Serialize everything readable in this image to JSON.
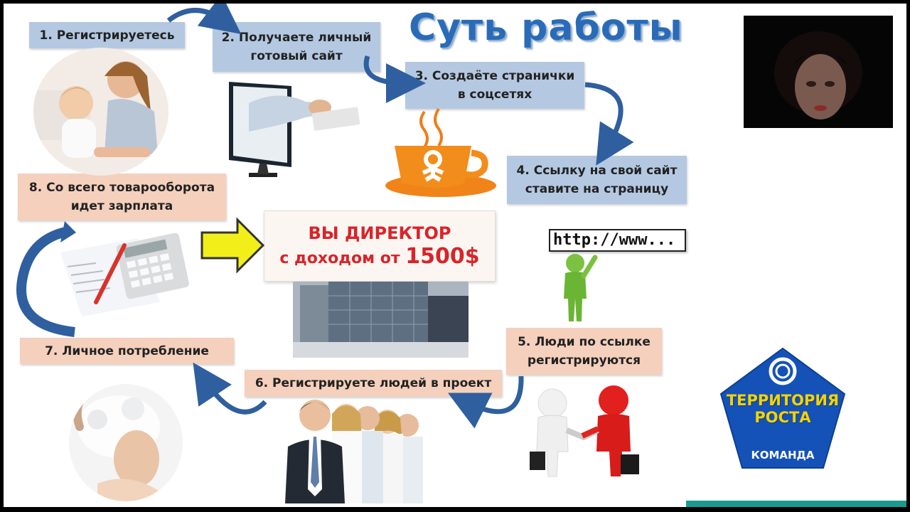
{
  "title": "Суть работы",
  "steps": [
    {
      "number": "1",
      "text": "1. Регистрируетесь"
    },
    {
      "number": "2",
      "text": "2. Получаете личный\nготовый сайт"
    },
    {
      "number": "3",
      "text": "3. Создаёте странички\nв соцсетях"
    },
    {
      "number": "4",
      "text": "4. Ссылку на свой сайт\nставите на страницу"
    },
    {
      "number": "5",
      "text": "5. Люди по ссылке\nрегистрируются"
    },
    {
      "number": "6",
      "text": "6. Регистрируете людей в проект"
    },
    {
      "number": "7",
      "text": "7. Личное потребление"
    },
    {
      "number": "8",
      "text": "8. Со всего товарооборота\nидет зарплата"
    }
  ],
  "center": {
    "line1": "ВЫ ДИРЕКТОР",
    "line2_prefix": "с доходом от ",
    "line2_amount": "1500$"
  },
  "url_label": "http://www...",
  "logo": {
    "line1": "ТЕРРИТОРИЯ",
    "line2": "РОСТА",
    "team": "КОМАНДА"
  },
  "colors": {
    "title": "#2a6bb8",
    "blue_box": "#b4c8e2",
    "peach_box": "#f4d0bd",
    "director_text": "#d8242a",
    "arrow": "#2f5f9e",
    "yellow_arrow": "#f2ee1a",
    "logo_blue": "#1452b8",
    "logo_text": "#f5d300"
  },
  "icons": [
    "curved-arrow-icon",
    "yellow-arrow-icon",
    "ok-cup-icon",
    "handshake-figures-icon",
    "green-figure-icon",
    "calculator-icon",
    "monitor-icon"
  ]
}
